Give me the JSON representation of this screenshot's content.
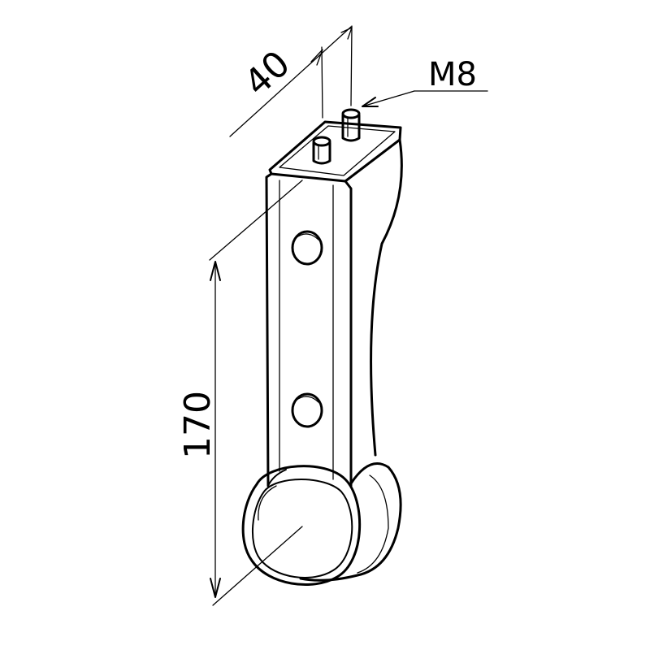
{
  "dimensions": {
    "width_label": "40",
    "height_label": "170",
    "thread_label": "M8"
  }
}
